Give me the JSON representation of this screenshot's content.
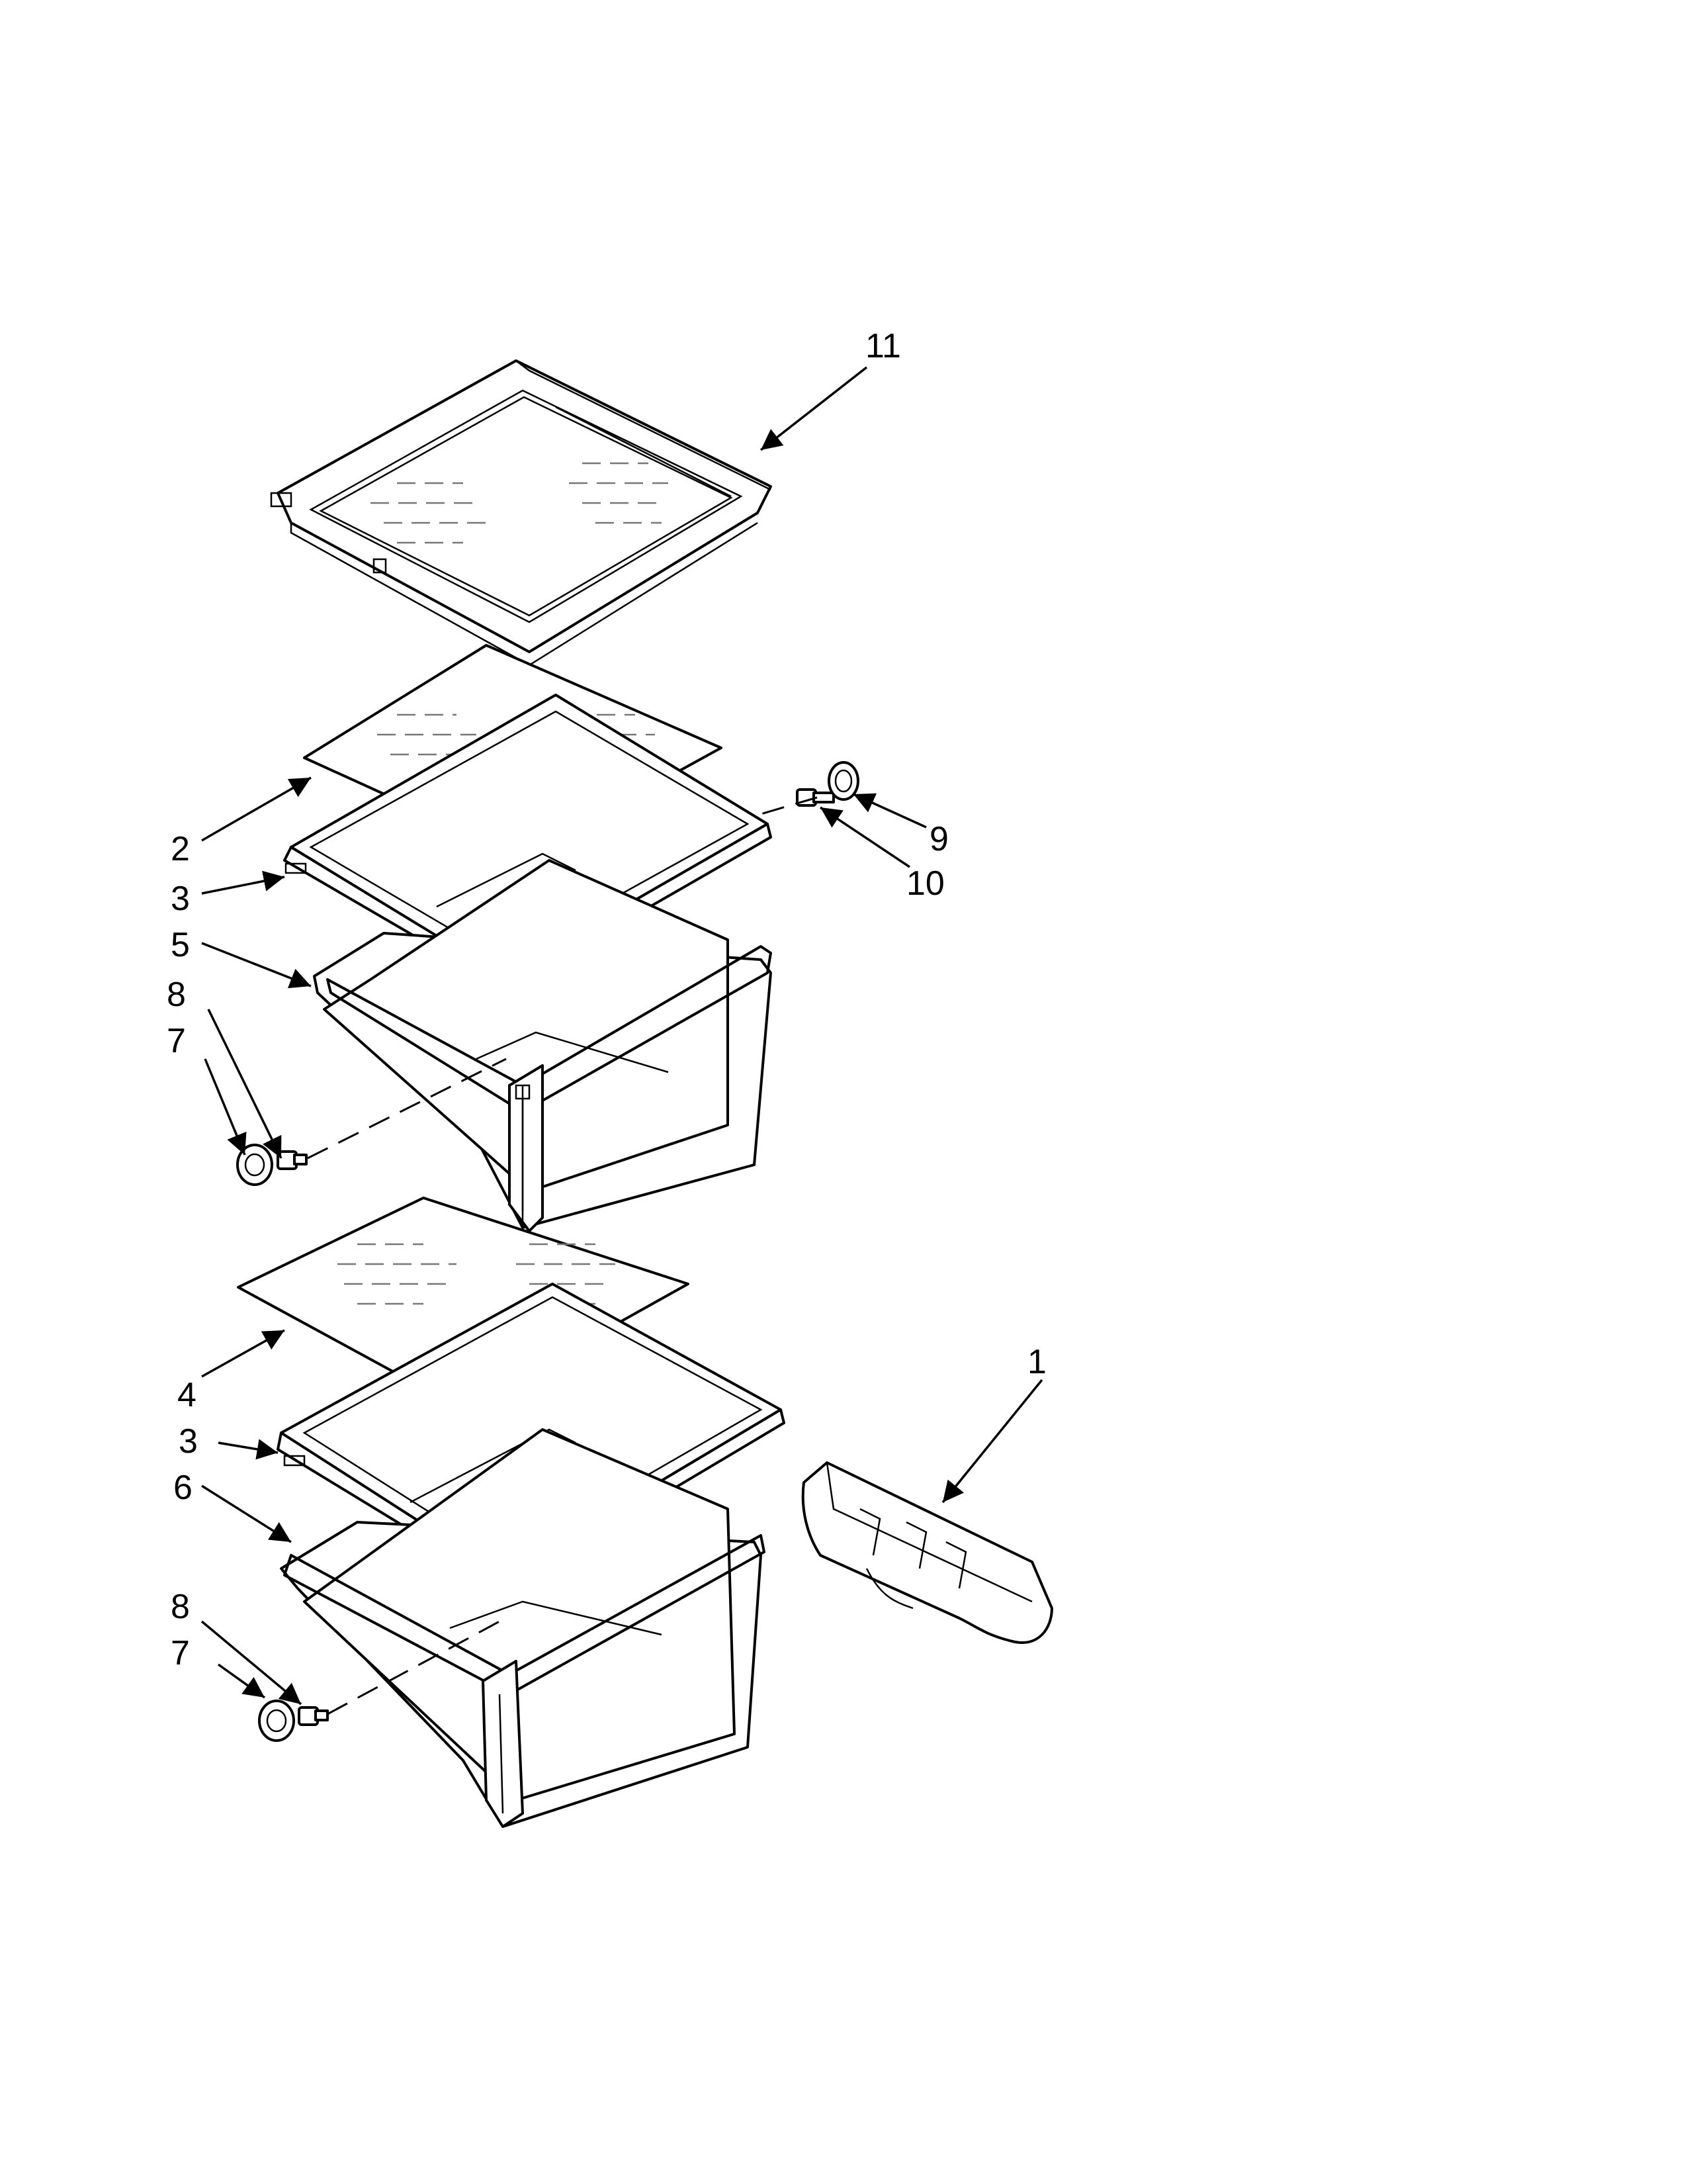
{
  "callouts": [
    {
      "id": "callout-11",
      "label": "11"
    },
    {
      "id": "callout-2",
      "label": "2"
    },
    {
      "id": "callout-3-upper",
      "label": "3"
    },
    {
      "id": "callout-5",
      "label": "5"
    },
    {
      "id": "callout-8-upper",
      "label": "8"
    },
    {
      "id": "callout-7-upper",
      "label": "7"
    },
    {
      "id": "callout-9",
      "label": "9"
    },
    {
      "id": "callout-10",
      "label": "10"
    },
    {
      "id": "callout-4",
      "label": "4"
    },
    {
      "id": "callout-3-lower",
      "label": "3"
    },
    {
      "id": "callout-6",
      "label": "6"
    },
    {
      "id": "callout-8-lower",
      "label": "8"
    },
    {
      "id": "callout-7-lower",
      "label": "7"
    },
    {
      "id": "callout-1",
      "label": "1"
    }
  ]
}
